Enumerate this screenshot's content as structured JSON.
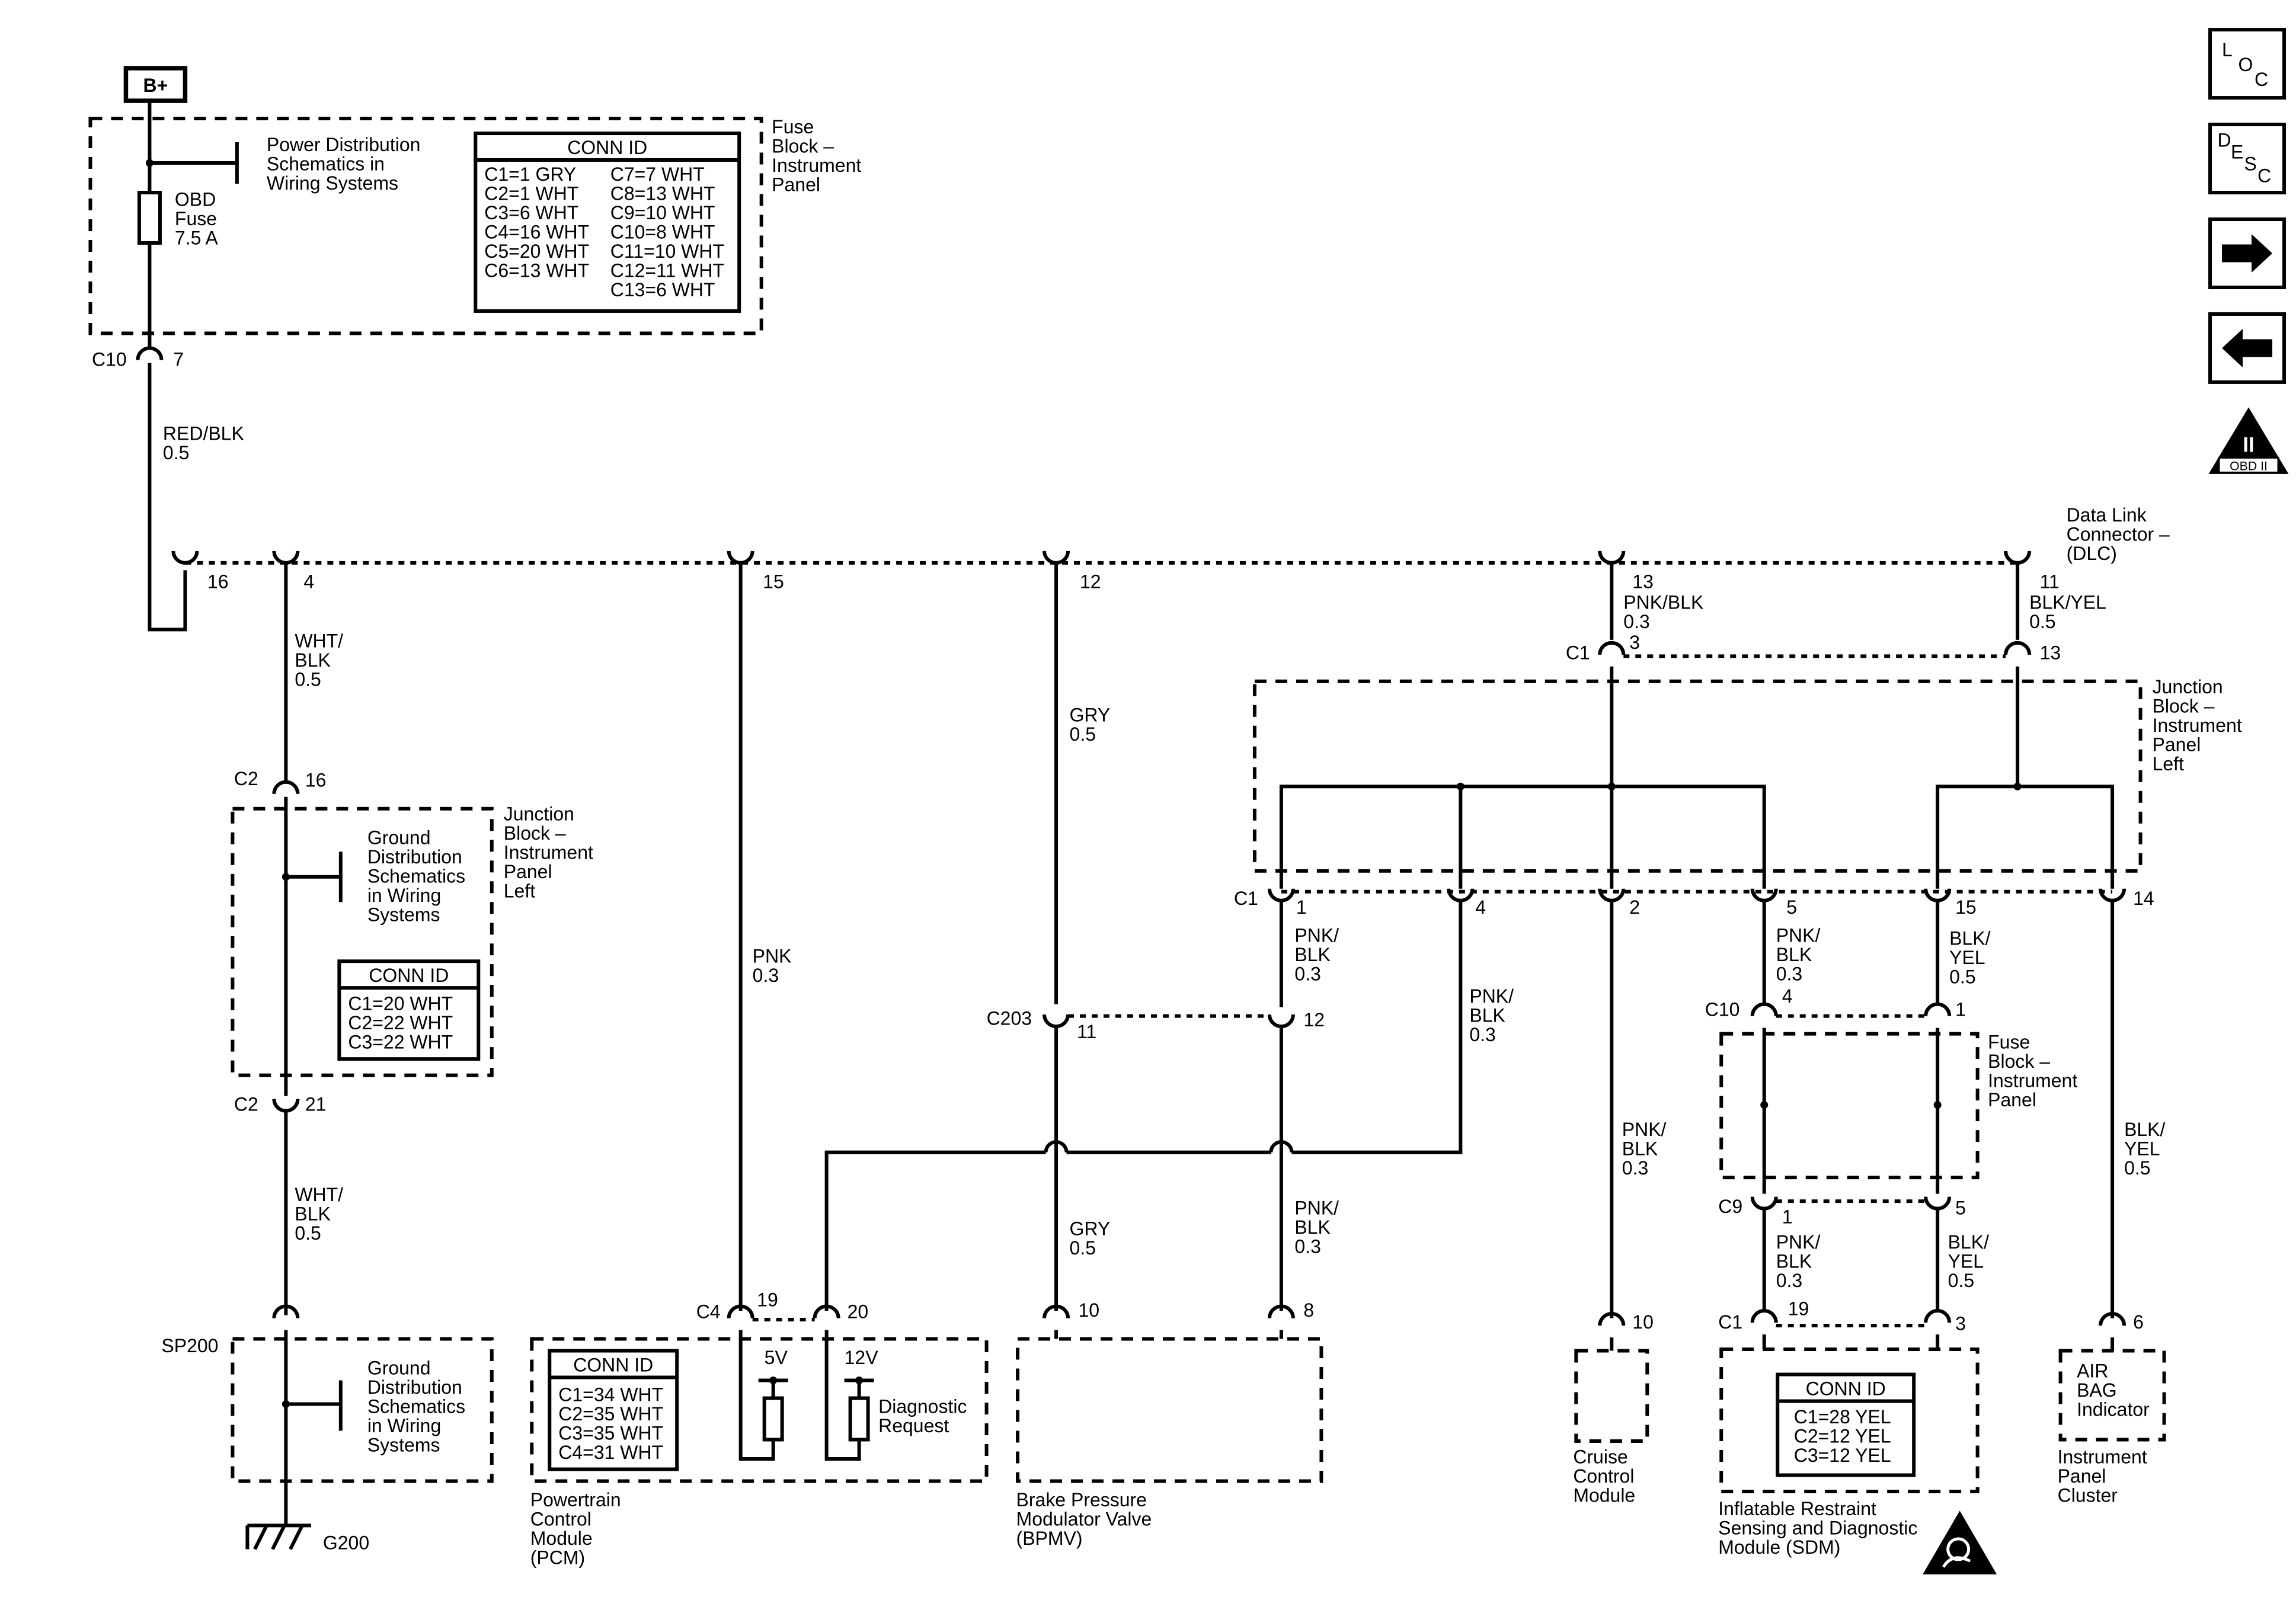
{
  "power": {
    "source": "B+"
  },
  "fuse_block_top": {
    "title": [
      "Fuse",
      "Block –",
      "Instrument",
      "Panel"
    ],
    "power_ref": [
      "Power Distribution",
      "Schematics in",
      "Wiring  Systems"
    ],
    "fuse": [
      "OBD",
      "Fuse",
      "7.5 A"
    ],
    "conn_title": "CONN ID",
    "conn_left": [
      "C1=1 GRY",
      "C2=1 WHT",
      "C3=6 WHT",
      "C4=16 WHT",
      "C5=20 WHT",
      "C6=13 WHT"
    ],
    "conn_right": [
      "C7=7 WHT",
      "C8=13 WHT",
      "C9=10 WHT",
      "C10=8 WHT",
      "C11=10 WHT",
      "C12=11 WHT",
      "C13=6 WHT"
    ]
  },
  "c10_top": {
    "conn": "C10",
    "pin": "7"
  },
  "wire_main": [
    "RED/BLK",
    "0.5"
  ],
  "dlc": {
    "title": [
      "Data Link",
      "Connector –",
      "(DLC)"
    ],
    "pins": [
      "16",
      "4",
      "15",
      "12",
      "13",
      "11"
    ]
  },
  "wires": {
    "w4a": [
      "WHT/",
      "BLK",
      "0.5"
    ],
    "w4b": [
      "WHT/",
      "BLK",
      "0.5"
    ],
    "w15": [
      "PNK",
      "0.3"
    ],
    "w12": [
      "GRY",
      "0.5"
    ],
    "w12b": [
      "GRY",
      "0.5"
    ],
    "w13": [
      "PNK/BLK",
      "0.3"
    ],
    "w11": [
      "BLK/YEL",
      "0.5"
    ],
    "jb1": [
      "PNK/",
      "BLK",
      "0.3"
    ],
    "jb4": [
      "PNK/",
      "BLK",
      "0.3"
    ],
    "bpmv8": [
      "PNK/",
      "BLK",
      "0.3"
    ],
    "cruise": [
      "PNK/",
      "BLK",
      "0.3"
    ],
    "jb5": [
      "PNK/",
      "BLK",
      "0.3"
    ],
    "jb15": [
      "BLK/",
      "YEL",
      "0.5"
    ],
    "sdm1": [
      "PNK/",
      "BLK",
      "0.3"
    ],
    "sdm5": [
      "BLK/",
      "YEL",
      "0.5"
    ],
    "ipc": [
      "BLK/",
      "YEL",
      "0.5"
    ]
  },
  "connectors": {
    "c2_16": {
      "conn": "C2",
      "pin": "16"
    },
    "c2_21": {
      "conn": "C2",
      "pin": "21"
    },
    "c1_3": {
      "conn": "C1",
      "pin": "3"
    },
    "c1_13": "13",
    "jb_pins": {
      "conn": "C1",
      "p1": "1",
      "p4": "4",
      "p2": "2",
      "p5": "5",
      "p15": "15",
      "p14": "14"
    },
    "c203": {
      "conn": "C203",
      "p11": "11",
      "p12": "12"
    },
    "c10_fb": {
      "conn": "C10",
      "p4": "4",
      "p1": "1"
    },
    "c9": {
      "conn": "C9",
      "p1": "1",
      "p5": "5"
    },
    "c4": {
      "conn": "C4",
      "p19": "19",
      "p20": "20"
    },
    "bpmv": {
      "p10": "10",
      "p8": "8"
    },
    "cruise_pin": "10",
    "sdm": {
      "conn": "C1",
      "p19": "19",
      "p3": "3"
    },
    "ipc_pin": "6",
    "sp200": "SP200"
  },
  "jb_left": {
    "title": [
      "Junction",
      "Block –",
      "Instrument",
      "Panel",
      "Left"
    ],
    "ground_ref": [
      "Ground",
      "Distribution",
      "Schematics",
      "in Wiring",
      "Systems"
    ],
    "conn_title": "CONN ID",
    "conn": [
      "C1=20 WHT",
      "C2=22 WHT",
      "C3=22 WHT"
    ]
  },
  "jb_right": {
    "title": [
      "Junction",
      "Block –",
      "Instrument",
      "Panel",
      "Left"
    ]
  },
  "fuse_block_mid": {
    "title": [
      "Fuse",
      "Block –",
      "Instrument",
      "Panel"
    ]
  },
  "ground": {
    "ref": [
      "Ground",
      "Distribution",
      "Schematics",
      "in Wiring",
      "Systems"
    ],
    "name": "G200"
  },
  "pcm": {
    "conn_title": "CONN ID",
    "conn": [
      "C1=34 WHT",
      "C2=35 WHT",
      "C3=35 WHT",
      "C4=31 WHT"
    ],
    "v5": "5V",
    "v12": "12V",
    "diag": [
      "Diagnostic",
      "Request"
    ],
    "name": [
      "Powertrain",
      "Control",
      "Module",
      "(PCM)"
    ]
  },
  "bpmv_name": [
    "Brake Pressure",
    "Modulator Valve",
    "(BPMV)"
  ],
  "cruise_name": [
    "Cruise",
    "Control",
    "Module"
  ],
  "sdm_box": {
    "conn_title": "CONN ID",
    "conn": [
      "C1=28 YEL",
      "C2=12 YEL",
      "C3=12 YEL"
    ],
    "name": [
      "Inflatable Restraint",
      "Sensing and Diagnostic",
      "Module (SDM)"
    ]
  },
  "ipc_box": {
    "inner": [
      "AIR",
      "BAG",
      "Indicator"
    ],
    "name": [
      "Instrument",
      "Panel",
      "Cluster"
    ]
  },
  "nav": {
    "loc": [
      "L",
      "O",
      "C"
    ],
    "desc": [
      "D",
      "E",
      "S",
      "C"
    ],
    "obd": [
      "II",
      "OBD II"
    ]
  }
}
